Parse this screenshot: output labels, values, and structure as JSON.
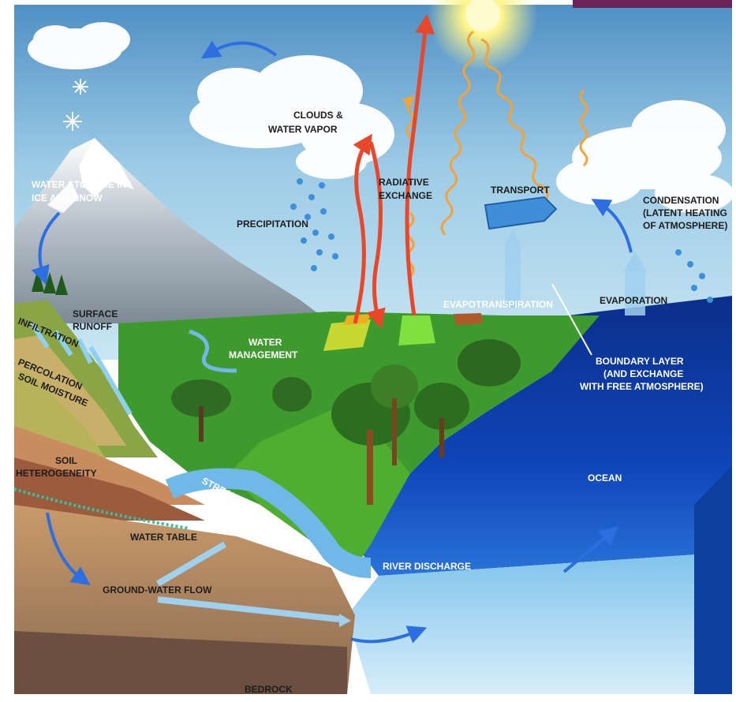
{
  "labels": {
    "clouds_line1": "CLOUDS &",
    "clouds_line2": "WATER VAPOR",
    "radiative_line1": "RADIATIVE",
    "radiative_line2": "EXCHANGE",
    "transport": "TRANSPORT",
    "condensation_line1": "CONDENSATION",
    "condensation_line2": "(LATENT HEATING",
    "condensation_line3": "OF ATMOSPHERE)",
    "water_storage_line1": "WATER STORAGE IN",
    "water_storage_line2": "ICE AND SNOW",
    "precipitation": "PRECIPITATION",
    "surface_runoff_line1": "SURFACE",
    "surface_runoff_line2": "RUNOFF",
    "infiltration": "INFILTRATION",
    "water_management_line1": "WATER",
    "water_management_line2": "MANAGEMENT",
    "evapotranspiration": "EVAPOTRANSPIRATION",
    "evaporation": "EVAPORATION",
    "boundary_layer_line1": "BOUNDARY LAYER",
    "boundary_layer_line2": "(AND EXCHANGE",
    "boundary_layer_line3": "WITH FREE ATMOSPHERE)",
    "percolation": "PERCOLATION",
    "soil_moisture": "SOIL MOISTURE",
    "soil_heterogeneity_line1": "SOIL",
    "soil_heterogeneity_line2": "HETEROGENEITY",
    "stream_flow": "STREAM FLOW",
    "ocean": "OCEAN",
    "water_table": "WATER TABLE",
    "river_discharge": "RIVER DISCHARGE",
    "ground_water_flow": "GROUND-WATER FLOW",
    "bedrock": "BEDROCK"
  },
  "colors": {
    "sky": "#7fb6da",
    "ocean": "#0b3a9a",
    "land": "#3f9a2e",
    "heat_arrow": "#e8472a",
    "water_arrow": "#2d6fe0"
  }
}
